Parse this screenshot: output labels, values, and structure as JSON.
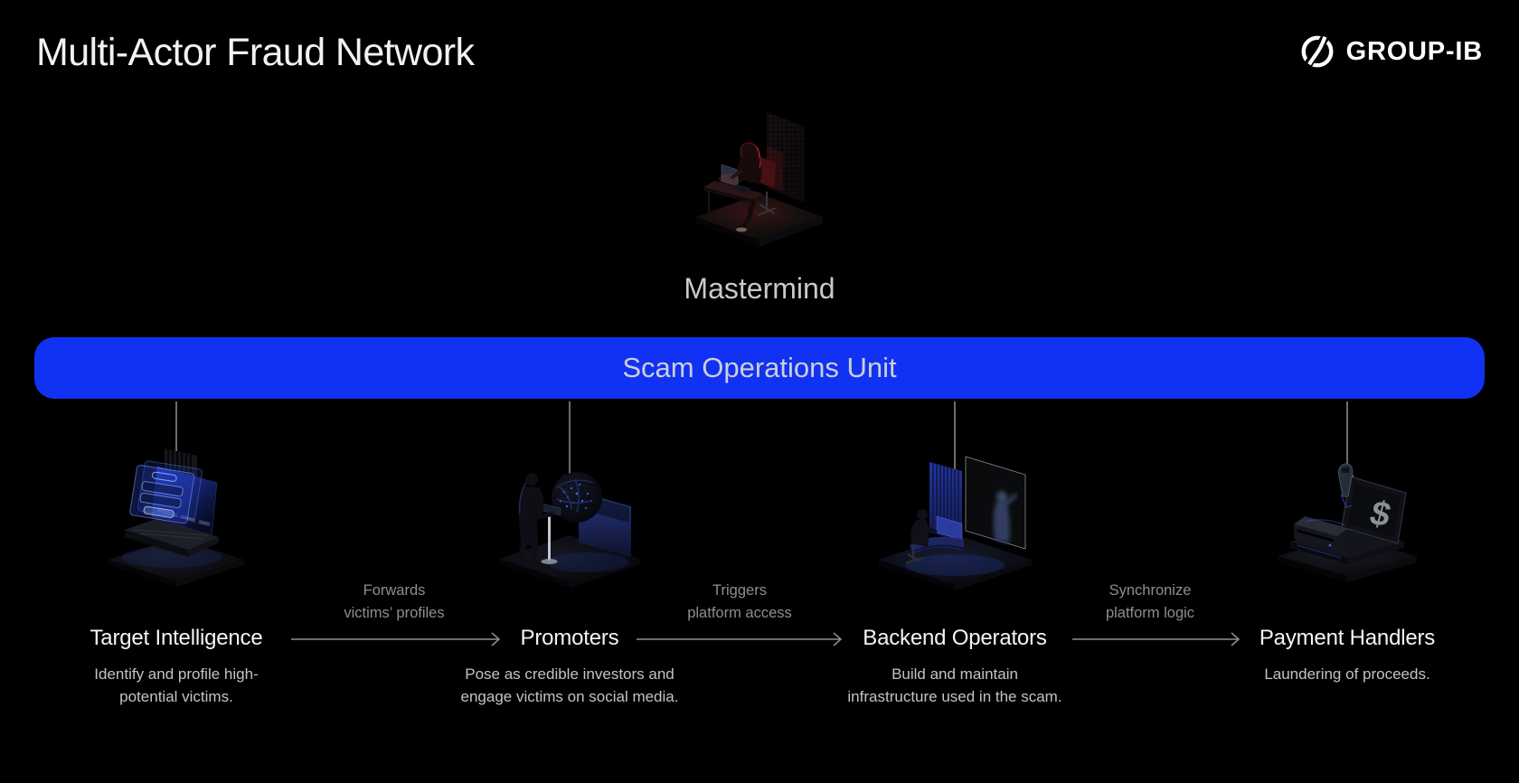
{
  "header": {
    "title": "Multi-Actor Fraud Network",
    "brand": "GROUP-IB"
  },
  "mastermind": {
    "label": "Mastermind"
  },
  "banner": {
    "label": "Scam Operations Unit"
  },
  "columns": [
    {
      "title": "Target Intelligence",
      "desc1": "Identify and profile high-",
      "desc2": "potential victims."
    },
    {
      "title": "Promoters",
      "desc1": "Pose as credible investors and",
      "desc2": "engage victims on social media."
    },
    {
      "title": "Backend Operators",
      "desc1": "Build and maintain",
      "desc2": "infrastructure used in the scam."
    },
    {
      "title": "Payment Handlers",
      "desc1": "Laundering of proceeds.",
      "desc2": ""
    }
  ],
  "flows": [
    {
      "line1": "Forwards",
      "line2": "victims’ profiles"
    },
    {
      "line1": "Triggers",
      "line2": "platform access"
    },
    {
      "line1": "Synchronize",
      "line2": "platform logic"
    }
  ],
  "payment": {
    "screen_glyph": "$"
  },
  "icons": {
    "brand_icon": "group-ib-ring-slash-icon",
    "illustrations": [
      "hooded-mastermind-at-desk",
      "laptop-with-login-screens",
      "figure-at-podium-with-globe",
      "operator-at-monitor-wall",
      "cash-register-with-dollar-screen"
    ]
  },
  "colors": {
    "background": "#000000",
    "banner_blue": "#1132F2",
    "banner_text": "#CBD0D8",
    "arrow_gray": "#8F8F8F",
    "flow_label_gray": "#8E8E8E",
    "title_white": "#F4F4F4",
    "description_gray": "#C3C3C4",
    "mastermind_label_gray": "#C9C9C9",
    "illustration_blue": "#2B48C8",
    "illustration_red": "#8F1D1F"
  }
}
